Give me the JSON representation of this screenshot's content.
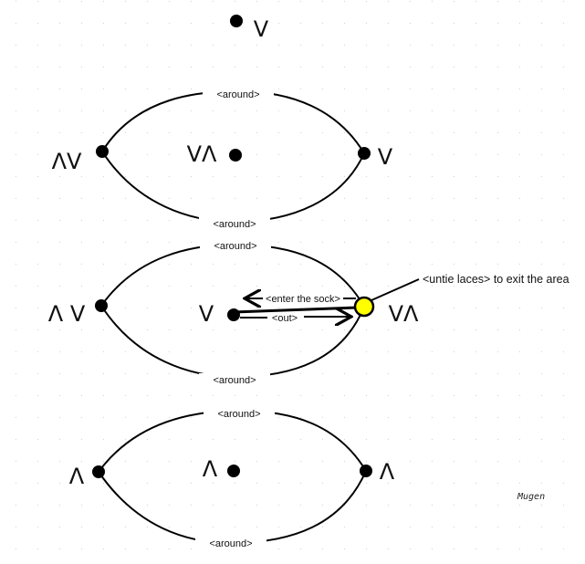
{
  "colors": {
    "background": "#ffffff",
    "grid_dot": "#c8d4f0",
    "line": "#000000",
    "highlight_node": "#ffff00"
  },
  "top_node": {
    "symbol": "V"
  },
  "loops": [
    {
      "top_label": "<around>",
      "bottom_label": "<around>",
      "left_symbol": "ΛV",
      "center_symbol": "VΛ",
      "right_symbol": "V"
    },
    {
      "top_label": "<around>",
      "bottom_label": "<around>",
      "left_symbol": "Λ V",
      "center_symbol": "V",
      "right_symbol": "VΛ",
      "enter_label": "<enter the sock>",
      "out_label": "<out>",
      "exit_note": "<untie laces> to exit the area"
    },
    {
      "top_label": "<around>",
      "bottom_label": "<around>",
      "left_symbol": "Λ",
      "center_symbol": "Λ",
      "right_symbol": "Λ"
    }
  ],
  "signature": "Mugen"
}
